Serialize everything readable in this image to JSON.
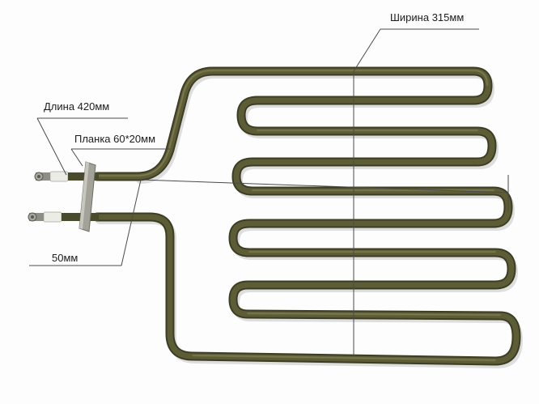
{
  "annotations": {
    "width_label": "Ширина 315мм",
    "length_label": "Длина 420мм",
    "plate_label": "Планка 60*20мм",
    "offset_label": "50мм"
  },
  "colors": {
    "background": "#fdfdfd",
    "element_metal": "#4a4a2c",
    "element_highlight": "#8a8a62",
    "plate_metal": "#9b9a92",
    "terminal_insulator": "#f2f2ee",
    "callout_line": "#4a4a4a"
  },
  "icons": {
    "object": "heating-element-photo"
  }
}
